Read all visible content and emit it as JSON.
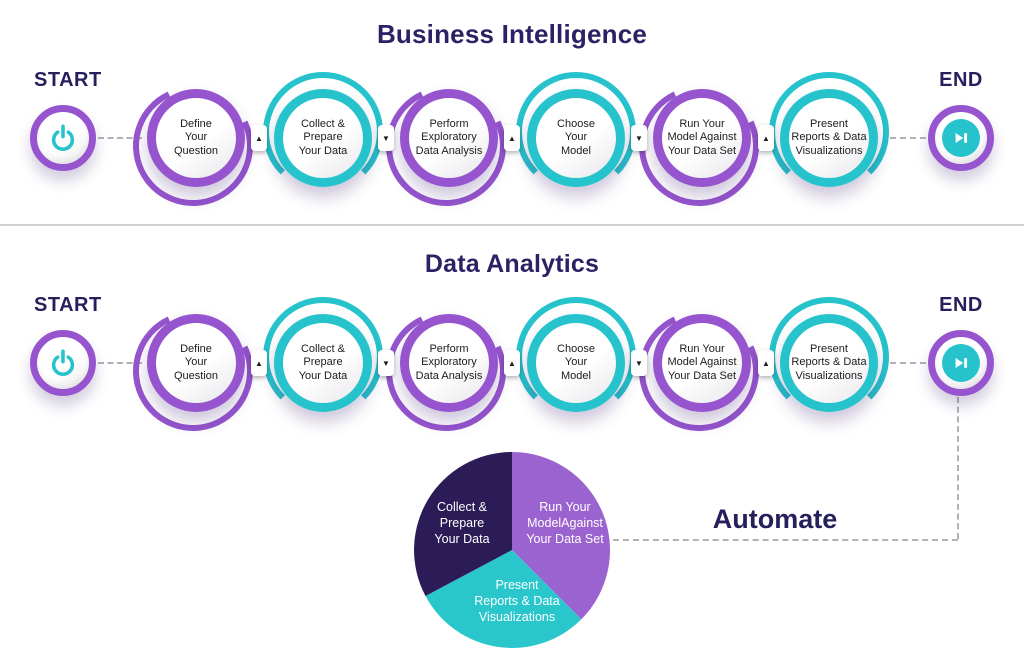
{
  "colors": {
    "purple": "#9655CE",
    "teal": "#26C3CC",
    "navy": "#2A2264",
    "pie_dark": "#2B1B56",
    "pie_purple": "#9B63CF",
    "pie_teal": "#29C7CC",
    "node_text": "#1c1c1e",
    "dash_gray": "#b2b2b5"
  },
  "sections": [
    {
      "title": "Business Intelligence",
      "start_label": "START",
      "end_label": "END",
      "steps": [
        {
          "color": "purple",
          "label": "Define Your Question",
          "lines": [
            "Define",
            "Your",
            "Question"
          ]
        },
        {
          "color": "teal",
          "label": "Collect & Prepare Your Data",
          "lines": [
            "Collect &",
            "Prepare",
            "Your Data"
          ]
        },
        {
          "color": "purple",
          "label": "Perform Exploratory Data Analysis",
          "lines": [
            "Perform",
            "Exploratory",
            "Data Analysis"
          ]
        },
        {
          "color": "teal",
          "label": "Choose Your Model",
          "lines": [
            "Choose",
            "Your",
            "Model"
          ]
        },
        {
          "color": "purple",
          "label": "Run Your Model Against Your Data Set",
          "lines": [
            "Run Your",
            "Model Against",
            "Your Data Set"
          ]
        },
        {
          "color": "teal",
          "label": "Present Reports & Data Visualizations",
          "lines": [
            "Present",
            "Reports & Data",
            "Visualizations"
          ]
        }
      ],
      "arrows": [
        "▲",
        "▼",
        "▲",
        "▼",
        "▲"
      ]
    },
    {
      "title": "Data Analytics",
      "start_label": "START",
      "end_label": "END",
      "steps": [
        {
          "color": "purple",
          "label": "Define Your Question",
          "lines": [
            "Define",
            "Your",
            "Question"
          ]
        },
        {
          "color": "teal",
          "label": "Collect & Prepare Your Data",
          "lines": [
            "Collect &",
            "Prepare",
            "Your Data"
          ]
        },
        {
          "color": "purple",
          "label": "Perform Exploratory Data Analysis",
          "lines": [
            "Perform",
            "Exploratory",
            "Data Analysis"
          ]
        },
        {
          "color": "teal",
          "label": "Choose Your Model",
          "lines": [
            "Choose",
            "Your",
            "Model"
          ]
        },
        {
          "color": "purple",
          "label": "Run Your Model Against Your Data Set",
          "lines": [
            "Run Your",
            "Model Against",
            "Your Data Set"
          ]
        },
        {
          "color": "teal",
          "label": "Present Reports & Data Visualizations",
          "lines": [
            "Present",
            "Reports & Data",
            "Visualizations"
          ]
        }
      ],
      "arrows": [
        "▲",
        "▼",
        "▲",
        "▼",
        "▲"
      ]
    }
  ],
  "automate_label": "Automate",
  "chart_data": {
    "type": "pie",
    "title": "",
    "legend": "none",
    "start_angle_deg": 0,
    "segments": [
      {
        "label": "Run Your ModelAgainst Your Data Set",
        "lines": [
          "Run Your",
          "ModelAgainst",
          "Your Data Set"
        ],
        "value_pct": 37,
        "angle_deg": [
          0,
          135
        ],
        "color": "#9B63CF"
      },
      {
        "label": "Present Reports & Data Visualizations",
        "lines": [
          "Present",
          "Reports & Data",
          "Visualizations"
        ],
        "value_pct": 30,
        "angle_deg": [
          135,
          242
        ],
        "color": "#29C7CC"
      },
      {
        "label": "Collect & Prepare Your Data",
        "lines": [
          "Collect &",
          "Prepare",
          "Your Data"
        ],
        "value_pct": 33,
        "angle_deg": [
          242,
          360
        ],
        "color": "#2B1B56"
      }
    ]
  }
}
